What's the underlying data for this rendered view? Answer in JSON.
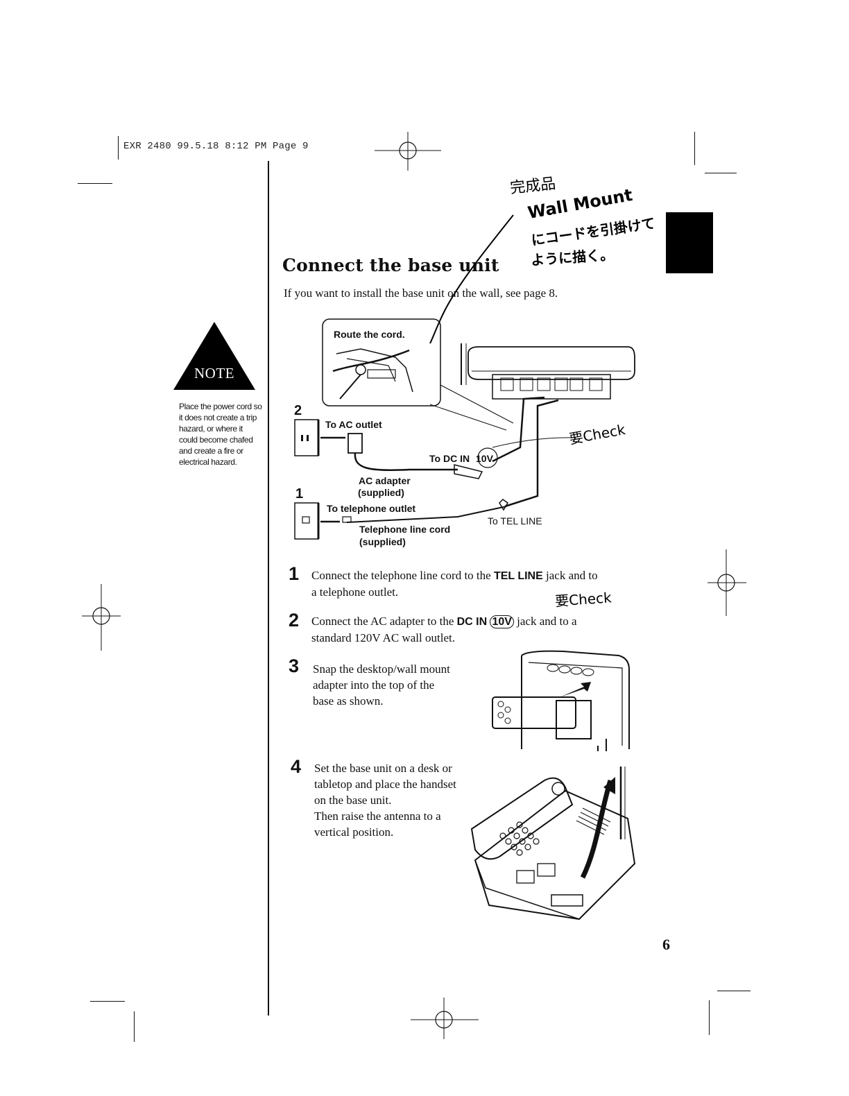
{
  "header": {
    "slug": "EXR 2480  99.5.18 8:12 PM  Page 9"
  },
  "section": {
    "title": "Connect the base unit",
    "intro": "If you want to install the base unit on the wall, see page 8."
  },
  "note": {
    "badge": "NOTE",
    "text": "Place the power cord so it does not create a trip hazard, or where it could become chafed and create a fire or electrical hazard."
  },
  "diagram": {
    "route_label": "Route the cord.",
    "num_2": "2",
    "num_1": "1",
    "to_ac_outlet": "To AC outlet",
    "to_dc_in": "To DC IN",
    "dc_in_voltage": "10V",
    "ac_adapter": "AC adapter",
    "ac_adapter_supplied": "(supplied)",
    "to_telephone_outlet": "To telephone outlet",
    "telephone_line_cord": "Telephone line cord",
    "telephone_line_cord_supplied": "(supplied)",
    "to_tel_line": "To TEL LINE"
  },
  "steps": [
    {
      "num": "1",
      "pre": "Connect the telephone line cord to the ",
      "bold": "TEL LINE",
      "post": " jack and to",
      "line2": "a telephone outlet."
    },
    {
      "num": "2",
      "pre": "Connect the AC adapter to the ",
      "bold": "DC IN",
      "bold2": "10V",
      "post": " jack and to a",
      "line2": "standard 120V AC wall outlet."
    },
    {
      "num": "3",
      "lines": [
        "Snap the desktop/wall mount",
        "adapter into the top of the",
        "base as shown."
      ]
    },
    {
      "num": "4",
      "lines": [
        "Set the base unit on a desk or",
        "tabletop and place the handset",
        "on the base unit.",
        "Then raise the antenna to a",
        "vertical position."
      ]
    }
  ],
  "handwritten": {
    "line1": "完成品",
    "line2": "Wall Mount",
    "line3": "にコードを引掛けて",
    "line4": "ように描く。",
    "check1": "要Check",
    "check2": "要Check"
  },
  "page_number": "6"
}
